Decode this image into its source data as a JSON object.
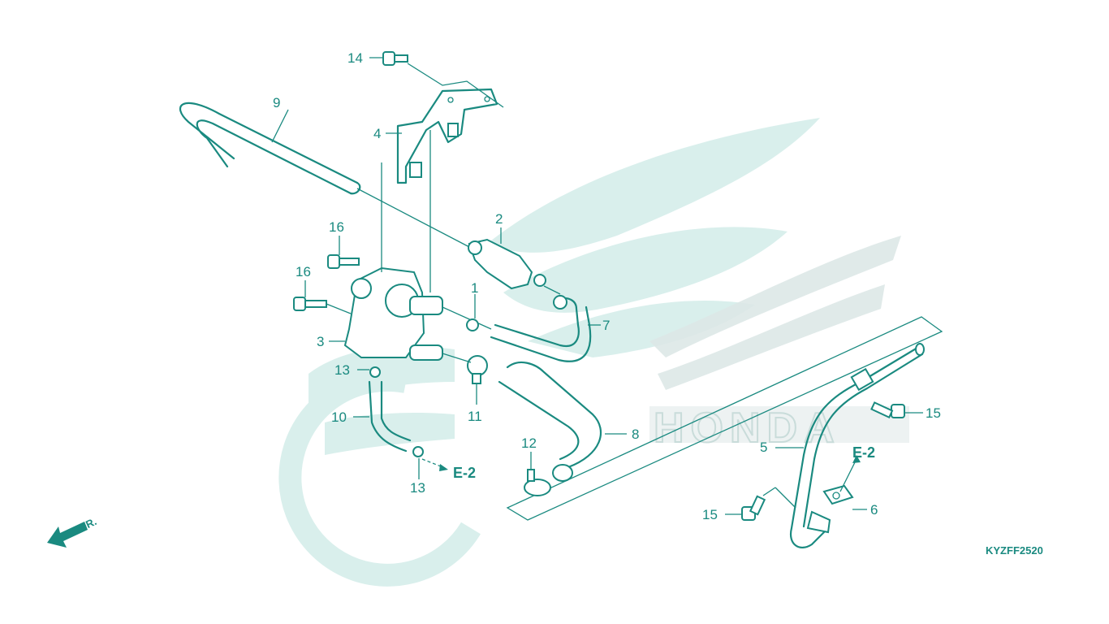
{
  "diagram": {
    "code": "KYZFF2520",
    "direction_label": "FR.",
    "watermark_text": "HONDA",
    "colors": {
      "line": "#1a8a80",
      "watermark": "#cfe9e6",
      "background": "#ffffff"
    },
    "callouts": [
      {
        "id": "c1",
        "text": "1"
      },
      {
        "id": "c2",
        "text": "2"
      },
      {
        "id": "c3",
        "text": "3"
      },
      {
        "id": "c4",
        "text": "4"
      },
      {
        "id": "c5",
        "text": "5"
      },
      {
        "id": "c6",
        "text": "6"
      },
      {
        "id": "c7",
        "text": "7"
      },
      {
        "id": "c8",
        "text": "8"
      },
      {
        "id": "c9",
        "text": "9"
      },
      {
        "id": "c10",
        "text": "10"
      },
      {
        "id": "c11",
        "text": "11"
      },
      {
        "id": "c12",
        "text": "12"
      },
      {
        "id": "c13a",
        "text": "13"
      },
      {
        "id": "c13b",
        "text": "13"
      },
      {
        "id": "c14",
        "text": "14"
      },
      {
        "id": "c15a",
        "text": "15"
      },
      {
        "id": "c15b",
        "text": "15"
      },
      {
        "id": "c16a",
        "text": "16"
      },
      {
        "id": "c16b",
        "text": "16"
      }
    ],
    "refs": [
      {
        "id": "e2a",
        "text": "E-2"
      },
      {
        "id": "e2b",
        "text": "E-2"
      }
    ]
  }
}
